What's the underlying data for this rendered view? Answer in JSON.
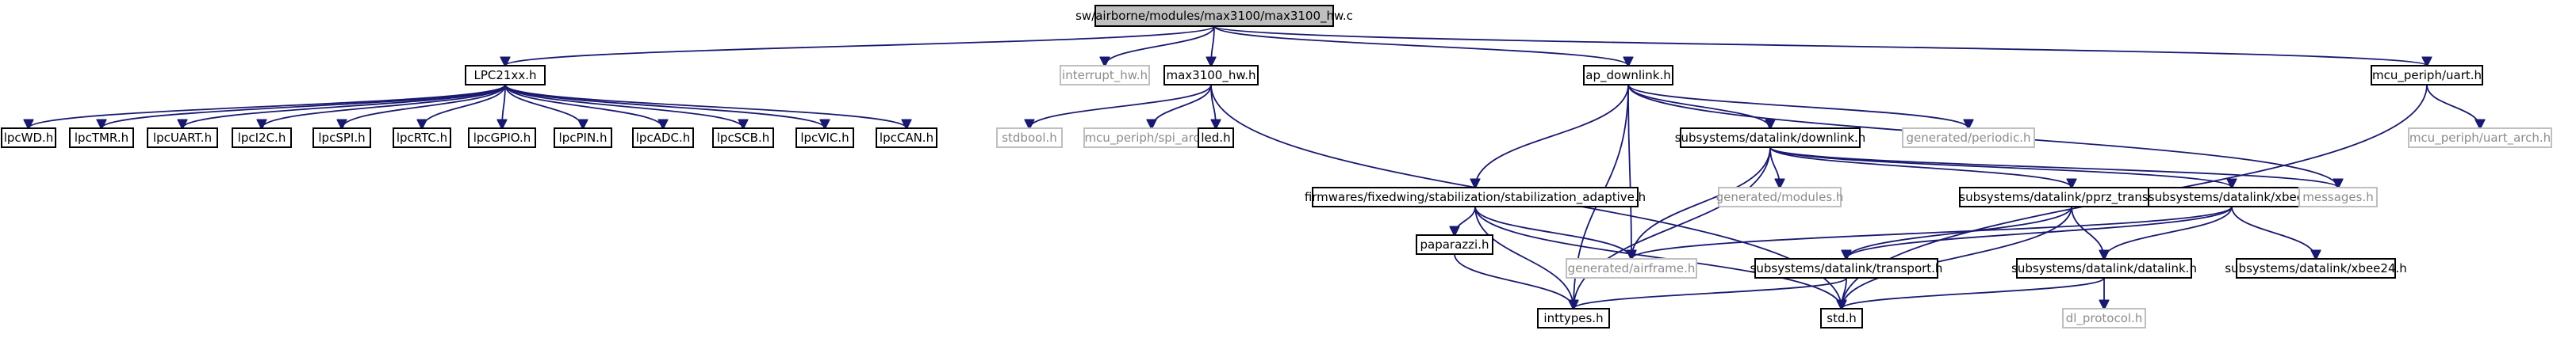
{
  "graph": {
    "colors": {
      "edge": "#191970",
      "root_fill": "#bfbfbf",
      "missing_border": "#bfbfbf",
      "missing_text": "#8c8c8c"
    },
    "nodes": [
      {
        "id": "root",
        "label": "sw/airborne/modules/max3100/max3100_hw.c",
        "kind": "root"
      },
      {
        "id": "lpc21xx",
        "label": "LPC21xx.h",
        "kind": "normal"
      },
      {
        "id": "interrupt_hw",
        "label": "interrupt_hw.h",
        "kind": "missing"
      },
      {
        "id": "max3100_hw_h",
        "label": "max3100_hw.h",
        "kind": "normal"
      },
      {
        "id": "ap_downlink",
        "label": "ap_downlink.h",
        "kind": "normal"
      },
      {
        "id": "mcu_uart",
        "label": "mcu_periph/uart.h",
        "kind": "normal"
      },
      {
        "id": "lpcwd",
        "label": "lpcWD.h",
        "kind": "normal"
      },
      {
        "id": "lpctmr",
        "label": "lpcTMR.h",
        "kind": "normal"
      },
      {
        "id": "lpcuart",
        "label": "lpcUART.h",
        "kind": "normal"
      },
      {
        "id": "lpci2c",
        "label": "lpcI2C.h",
        "kind": "normal"
      },
      {
        "id": "lpcspi",
        "label": "lpcSPI.h",
        "kind": "normal"
      },
      {
        "id": "lpcrtc",
        "label": "lpcRTC.h",
        "kind": "normal"
      },
      {
        "id": "lpcgpio",
        "label": "lpcGPIO.h",
        "kind": "normal"
      },
      {
        "id": "lpcpin",
        "label": "lpcPIN.h",
        "kind": "normal"
      },
      {
        "id": "lpcadc",
        "label": "lpcADC.h",
        "kind": "normal"
      },
      {
        "id": "lpcscb",
        "label": "lpcSCB.h",
        "kind": "normal"
      },
      {
        "id": "lpcvic",
        "label": "lpcVIC.h",
        "kind": "normal"
      },
      {
        "id": "lpccan",
        "label": "lpcCAN.h",
        "kind": "normal"
      },
      {
        "id": "stdbool",
        "label": "stdbool.h",
        "kind": "missing"
      },
      {
        "id": "spi_arch",
        "label": "mcu_periph/spi_arch.h",
        "kind": "missing"
      },
      {
        "id": "led",
        "label": "led.h",
        "kind": "normal"
      },
      {
        "id": "downlink",
        "label": "subsystems/datalink/downlink.h",
        "kind": "normal"
      },
      {
        "id": "periodic",
        "label": "generated/periodic.h",
        "kind": "missing"
      },
      {
        "id": "uart_arch",
        "label": "mcu_periph/uart_arch.h",
        "kind": "missing"
      },
      {
        "id": "stab_adaptive",
        "label": "firmwares/fixedwing/stabilization/stabilization_adaptive.h",
        "kind": "normal"
      },
      {
        "id": "gen_modules",
        "label": "generated/modules.h",
        "kind": "missing"
      },
      {
        "id": "pprz_transport",
        "label": "subsystems/datalink/pprz_transport.h",
        "kind": "normal"
      },
      {
        "id": "xbee",
        "label": "subsystems/datalink/xbee.h",
        "kind": "normal"
      },
      {
        "id": "messages",
        "label": "messages.h",
        "kind": "missing"
      },
      {
        "id": "paparazzi",
        "label": "paparazzi.h",
        "kind": "normal"
      },
      {
        "id": "airframe",
        "label": "generated/airframe.h",
        "kind": "missing"
      },
      {
        "id": "transport",
        "label": "subsystems/datalink/transport.h",
        "kind": "normal"
      },
      {
        "id": "datalink",
        "label": "subsystems/datalink/datalink.h",
        "kind": "normal"
      },
      {
        "id": "xbee24",
        "label": "subsystems/datalink/xbee24.h",
        "kind": "normal"
      },
      {
        "id": "inttypes",
        "label": "inttypes.h",
        "kind": "normal"
      },
      {
        "id": "std",
        "label": "std.h",
        "kind": "normal"
      },
      {
        "id": "dl_protocol",
        "label": "dl_protocol.h",
        "kind": "missing"
      }
    ],
    "edges": [
      [
        "root",
        "lpc21xx"
      ],
      [
        "root",
        "interrupt_hw"
      ],
      [
        "root",
        "max3100_hw_h"
      ],
      [
        "root",
        "ap_downlink"
      ],
      [
        "root",
        "mcu_uart"
      ],
      [
        "lpc21xx",
        "lpcwd"
      ],
      [
        "lpc21xx",
        "lpctmr"
      ],
      [
        "lpc21xx",
        "lpcuart"
      ],
      [
        "lpc21xx",
        "lpci2c"
      ],
      [
        "lpc21xx",
        "lpcspi"
      ],
      [
        "lpc21xx",
        "lpcrtc"
      ],
      [
        "lpc21xx",
        "lpcgpio"
      ],
      [
        "lpc21xx",
        "lpcpin"
      ],
      [
        "lpc21xx",
        "lpcadc"
      ],
      [
        "lpc21xx",
        "lpcscb"
      ],
      [
        "lpc21xx",
        "lpcvic"
      ],
      [
        "lpc21xx",
        "lpccan"
      ],
      [
        "max3100_hw_h",
        "stdbool"
      ],
      [
        "max3100_hw_h",
        "spi_arch"
      ],
      [
        "max3100_hw_h",
        "led"
      ],
      [
        "max3100_hw_h",
        "std"
      ],
      [
        "ap_downlink",
        "inttypes"
      ],
      [
        "ap_downlink",
        "stab_adaptive"
      ],
      [
        "ap_downlink",
        "airframe"
      ],
      [
        "ap_downlink",
        "downlink"
      ],
      [
        "ap_downlink",
        "periodic"
      ],
      [
        "ap_downlink",
        "messages"
      ],
      [
        "mcu_uart",
        "uart_arch"
      ],
      [
        "mcu_uart",
        "std"
      ],
      [
        "downlink",
        "airframe"
      ],
      [
        "downlink",
        "inttypes"
      ],
      [
        "downlink",
        "gen_modules"
      ],
      [
        "downlink",
        "pprz_transport"
      ],
      [
        "downlink",
        "xbee"
      ],
      [
        "downlink",
        "messages"
      ],
      [
        "stab_adaptive",
        "paparazzi"
      ],
      [
        "stab_adaptive",
        "airframe"
      ],
      [
        "stab_adaptive",
        "inttypes"
      ],
      [
        "stab_adaptive",
        "std"
      ],
      [
        "pprz_transport",
        "transport"
      ],
      [
        "pprz_transport",
        "datalink"
      ],
      [
        "pprz_transport",
        "std"
      ],
      [
        "xbee",
        "airframe"
      ],
      [
        "xbee",
        "transport"
      ],
      [
        "xbee",
        "datalink"
      ],
      [
        "xbee",
        "xbee24"
      ],
      [
        "paparazzi",
        "inttypes"
      ],
      [
        "transport",
        "inttypes"
      ],
      [
        "transport",
        "std"
      ],
      [
        "datalink",
        "std"
      ],
      [
        "datalink",
        "dl_protocol"
      ]
    ]
  }
}
